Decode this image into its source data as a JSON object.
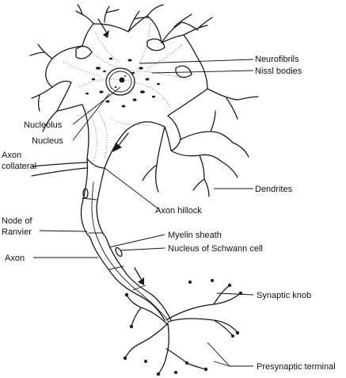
{
  "labels": {
    "neurofibrils": "Neurofibrils",
    "nissl_bodies": "Nissl bodies",
    "nucleolus": "Nucleolus",
    "nucleus": "Nucleus",
    "axon_collateral_1": "Axon",
    "axon_collateral_2": "collateral",
    "dendrites": "Dendrites",
    "axon_hillock": "Axon hillock",
    "node_of_ranvier_1": "Node of",
    "node_of_ranvier_2": "Ranvier",
    "myelin_sheath": "Myelin sheath",
    "nucleus_schwann": "Nucleus of Schwann cell",
    "axon": "Axon",
    "synaptic_knob": "Synaptic knob",
    "presynaptic_terminal": "Presynaptic terminal"
  },
  "colors": {
    "ink": "#1a1a1a",
    "background": "#ffffff"
  }
}
